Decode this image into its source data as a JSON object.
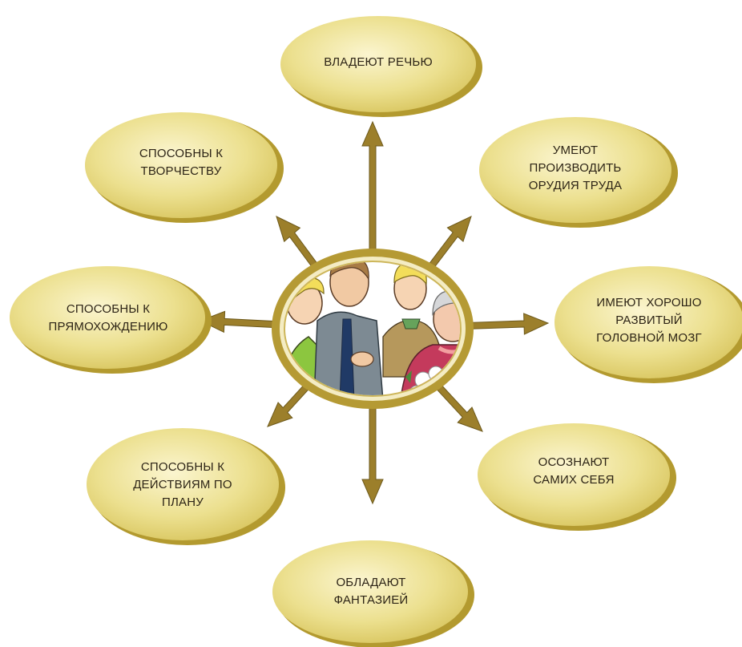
{
  "center": {
    "image": "family-illustration",
    "ring_color": "#a88a2a"
  },
  "colors": {
    "ellipse_fill": "#e9dc8a",
    "ellipse_light": "#f8f1c4",
    "ellipse_shadow": "#b39a2f",
    "arrow": "#9c7f2b",
    "text": "#2d2416"
  },
  "nodes": [
    {
      "id": "speech",
      "label": "ВЛАДЕЮТ РЕЧЬЮ"
    },
    {
      "id": "tools",
      "label": "УМЕЮТ\nПРОИЗВОДИТЬ\nОРУДИЯ ТРУДА"
    },
    {
      "id": "brain",
      "label": "ИМЕЮТ ХОРОШО\nРАЗВИТЫЙ\nГОЛОВНОЙ МОЗГ"
    },
    {
      "id": "self",
      "label": "ОСОЗНАЮТ\nСАМИХ СЕБЯ"
    },
    {
      "id": "fantasy",
      "label": "ОБЛАДАЮТ\nФАНТАЗИЕЙ"
    },
    {
      "id": "plan",
      "label": "СПОСОБНЫ К\nДЕЙСТВИЯМ ПО\nПЛАНУ"
    },
    {
      "id": "walking",
      "label": "СПОСОБНЫ К\nПРЯМОХОЖДЕНИЮ"
    },
    {
      "id": "creativity",
      "label": "СПОСОБНЫ К\nТВОРЧЕСТВУ"
    }
  ]
}
